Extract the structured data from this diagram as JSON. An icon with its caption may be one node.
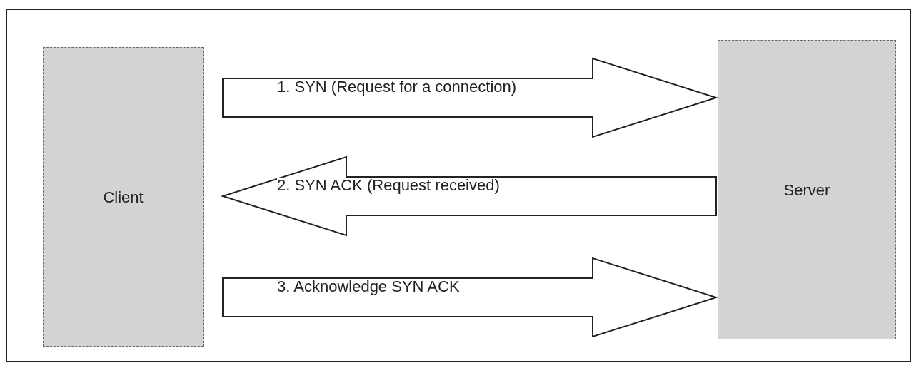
{
  "diagram": {
    "nodes": [
      {
        "text": [
          "Client"
        ]
      },
      {
        "text": [
          "Server"
        ]
      }
    ],
    "edges": [
      {
        "from": 0,
        "to": 1,
        "arrow": "to",
        "label": "1. SYN (Request for a connection)"
      },
      {
        "from": 1,
        "to": 0,
        "arrow": "to",
        "label": "2. SYN ACK (Request received)"
      },
      {
        "from": 0,
        "to": 1,
        "arrow": "to",
        "label": "3. Acknowledge SYN ACK"
      }
    ]
  }
}
